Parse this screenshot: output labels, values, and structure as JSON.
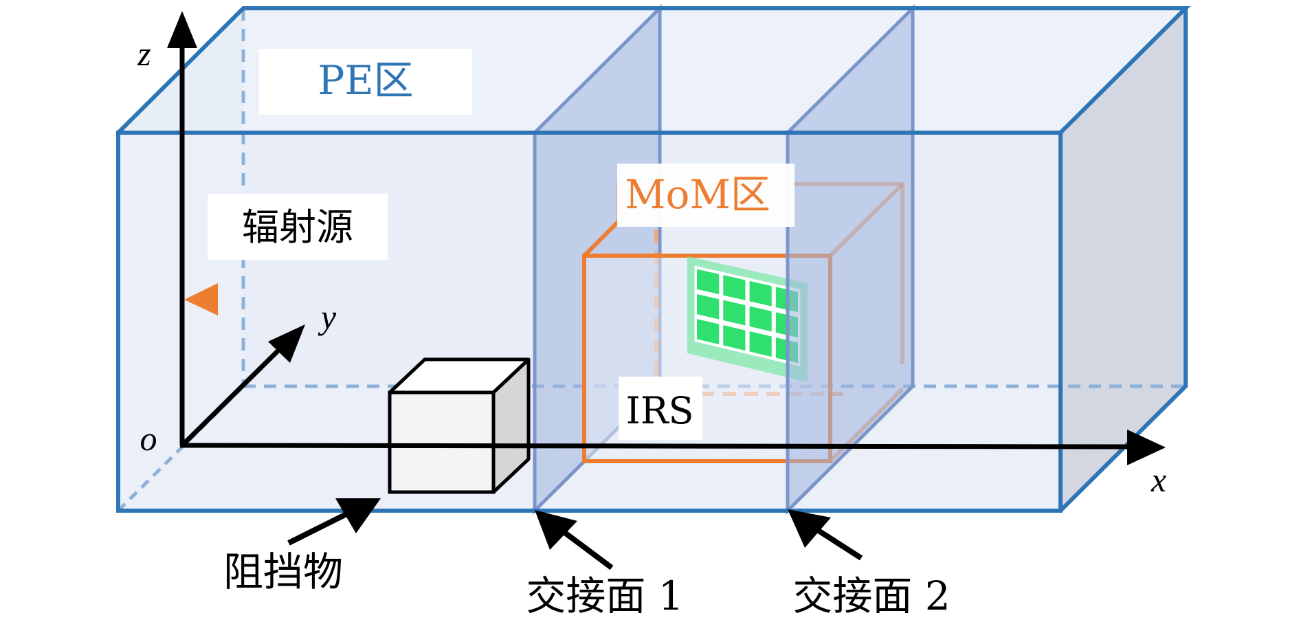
{
  "colors": {
    "box_edge": "#2e75b6",
    "box_fill": "#dce6f5",
    "box_side": "#c8cedb",
    "dashed": "#8eb1d9",
    "plane_fill": "#9fb5e0",
    "plane_edge": "#7b94c9",
    "mom_edge": "#ed7d31",
    "irs_fill": "#2fe06e",
    "irs_border": "#80e8ab",
    "axis": "#000000",
    "source": "#ed7d31",
    "obstacle_front": "#f4f4f4",
    "obstacle_side": "#d6d6d6"
  },
  "axes": {
    "x": "x",
    "y": "y",
    "z": "z",
    "origin": "o"
  },
  "labels": {
    "pe_region": "PE区",
    "mom_region": "MoM区",
    "source": "辐射源",
    "irs": "IRS",
    "obstacle": "阻挡物",
    "interface1": "交接面 1",
    "interface2": "交接面 2"
  },
  "icons": {
    "source": "triangle-marker-icon",
    "obstacle": "cube-icon",
    "irs": "reflecting-surface-grid-icon"
  }
}
